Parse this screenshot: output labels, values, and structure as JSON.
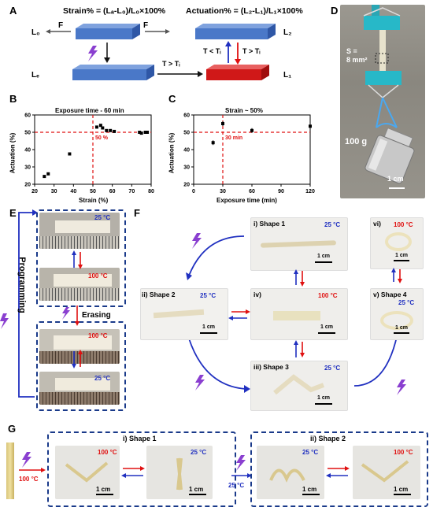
{
  "panels": {
    "A": "A",
    "B": "B",
    "C": "C",
    "D": "D",
    "E": "E",
    "F": "F",
    "G": "G"
  },
  "panel_a": {
    "strain_eq": "Strain% = (Lₐ-L₀)/L₀×100%",
    "actuation_eq": "Actuation% = (L₂-L₁)/L₁×100%",
    "L0": "L₀",
    "LF": "Lₑ",
    "L2": "L₂",
    "L1": "L₁",
    "F": "F",
    "t_gt": "T > Tᵢ",
    "t_lt": "T < Tᵢ"
  },
  "panel_d": {
    "s_label": "S =",
    "s_value": "8 mm²",
    "weight": "100 g",
    "scale": "1 cm"
  },
  "panel_e": {
    "programming": "Programming",
    "erasing": "Erasing",
    "t25": "25 °C",
    "t100": "100 °C"
  },
  "panel_f": {
    "shape1": "i)  Shape 1",
    "shape2": "ii)  Shape 2",
    "shape3": "iii)  Shape 3",
    "shape4": "v)  Shape 4",
    "iv": "iv)",
    "vi": "vi)",
    "t25": "25 °C",
    "t100": "100 °C",
    "scale": "1 cm"
  },
  "panel_g": {
    "shape1": "i)  Shape 1",
    "shape2": "ii)  Shape 2",
    "t25": "25 °C",
    "t100": "100 °C",
    "scale": "1 cm"
  },
  "chart_data": [
    {
      "type": "scatter",
      "title": "Exposure time - 60 min",
      "xlabel": "Strain (%)",
      "ylabel": "Actuation (%)",
      "xlim": [
        20,
        80
      ],
      "ylim": [
        20,
        60
      ],
      "xticks": [
        "20",
        "30",
        "40",
        "50",
        "60",
        "70",
        "80"
      ],
      "yticks": [
        "20",
        "30",
        "40",
        "50",
        "60"
      ],
      "x": [
        25,
        27,
        38,
        52,
        54,
        55,
        57,
        59,
        61,
        74,
        75,
        77,
        78
      ],
      "y": [
        24.5,
        26,
        37.5,
        53,
        54,
        52.5,
        51,
        51,
        50.5,
        50,
        49.5,
        50,
        50
      ],
      "annotation": "50 %",
      "ref_x": 50,
      "ref_y": 50
    },
    {
      "type": "scatter",
      "title": "Strain ~ 50%",
      "xlabel": "Exposure time (min)",
      "ylabel": "Actuation (%)",
      "xlim": [
        0,
        120
      ],
      "ylim": [
        20,
        60
      ],
      "xticks": [
        "0",
        "30",
        "60",
        "90",
        "120"
      ],
      "yticks": [
        "20",
        "30",
        "40",
        "50",
        "60"
      ],
      "x": [
        20,
        30,
        60,
        120
      ],
      "y": [
        44,
        55,
        51,
        53.5
      ],
      "annotation": "30 min",
      "ref_x": 30,
      "ref_y": 50
    }
  ]
}
